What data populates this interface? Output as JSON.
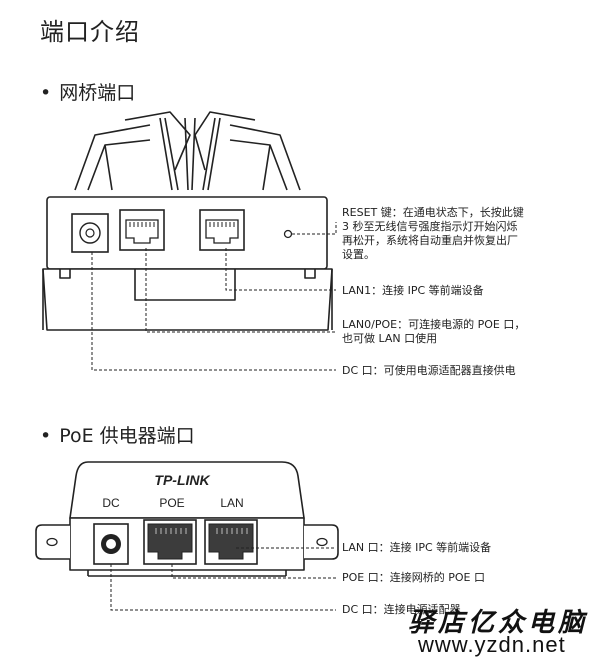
{
  "page_title": "端口介绍",
  "bridge": {
    "title": "网桥端口",
    "bullet": "•",
    "labels": {
      "reset": [
        "RESET 键：在通电状态下，长按此键",
        "3 秒至无线信号强度指示灯开始闪烁",
        "再松开，系统将自动重启并恢复出厂",
        "设置。"
      ],
      "lan1": "LAN1：连接 IPC 等前端设备",
      "lan0": [
        "LAN0/POE：可连接电源的 POE 口，",
        "也可做 LAN 口使用"
      ],
      "dc": "DC 口：可使用电源适配器直接供电"
    }
  },
  "poe": {
    "title": "PoE 供电器端口",
    "bullet": "•",
    "brand": "TP-LINK",
    "port_labels": {
      "dc": "DC",
      "poe": "POE",
      "lan": "LAN"
    },
    "labels": {
      "lan": "LAN 口：连接 IPC 等前端设备",
      "poe": "POE 口：连接网桥的 POE 口",
      "dc": "DC 口：连接电源适配器"
    }
  },
  "watermark": {
    "cn": "驿店亿众电脑",
    "url": "www.yzdn.net"
  }
}
